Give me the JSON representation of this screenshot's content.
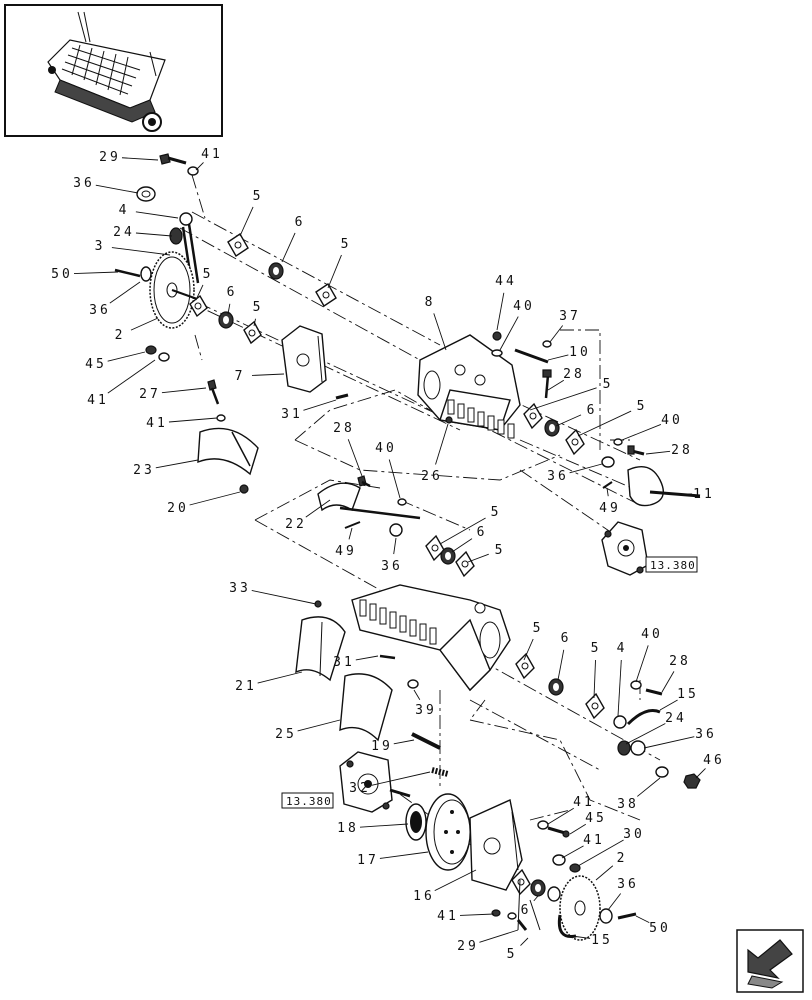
{
  "reference_boxes": [
    "13.380",
    "13.380"
  ],
  "callouts": [
    {
      "id": "c29a",
      "label": "29"
    },
    {
      "id": "c41a",
      "label": "41"
    },
    {
      "id": "c36a",
      "label": "36"
    },
    {
      "id": "c4a",
      "label": "4"
    },
    {
      "id": "c24a",
      "label": "24"
    },
    {
      "id": "c3",
      "label": "3"
    },
    {
      "id": "c50a",
      "label": "50"
    },
    {
      "id": "c36b",
      "label": "36"
    },
    {
      "id": "c2a",
      "label": "2"
    },
    {
      "id": "c45a",
      "label": "45"
    },
    {
      "id": "c41b",
      "label": "41"
    },
    {
      "id": "c5a",
      "label": "5"
    },
    {
      "id": "c6a",
      "label": "6"
    },
    {
      "id": "c5b",
      "label": "5"
    },
    {
      "id": "c5c",
      "label": "5"
    },
    {
      "id": "c6b",
      "label": "6"
    },
    {
      "id": "c5d",
      "label": "5"
    },
    {
      "id": "c7",
      "label": "7"
    },
    {
      "id": "c27",
      "label": "27"
    },
    {
      "id": "c41c",
      "label": "41"
    },
    {
      "id": "c31a",
      "label": "31"
    },
    {
      "id": "c23",
      "label": "23"
    },
    {
      "id": "c20",
      "label": "20"
    },
    {
      "id": "c8",
      "label": "8"
    },
    {
      "id": "c44",
      "label": "44"
    },
    {
      "id": "c40a",
      "label": "40"
    },
    {
      "id": "c37",
      "label": "37"
    },
    {
      "id": "c10",
      "label": "10"
    },
    {
      "id": "c28a",
      "label": "28"
    },
    {
      "id": "c5e",
      "label": "5"
    },
    {
      "id": "c6c",
      "label": "6"
    },
    {
      "id": "c5f",
      "label": "5"
    },
    {
      "id": "c40b",
      "label": "40"
    },
    {
      "id": "c28b",
      "label": "28"
    },
    {
      "id": "c26",
      "label": "26"
    },
    {
      "id": "c36c",
      "label": "36"
    },
    {
      "id": "c49a",
      "label": "49"
    },
    {
      "id": "c11",
      "label": "11"
    },
    {
      "id": "c28c",
      "label": "28"
    },
    {
      "id": "c40c",
      "label": "40"
    },
    {
      "id": "c22",
      "label": "22"
    },
    {
      "id": "c49b",
      "label": "49"
    },
    {
      "id": "c36d",
      "label": "36"
    },
    {
      "id": "c5g",
      "label": "5"
    },
    {
      "id": "c6d",
      "label": "6"
    },
    {
      "id": "c5h",
      "label": "5"
    },
    {
      "id": "c33",
      "label": "33"
    },
    {
      "id": "c21",
      "label": "21"
    },
    {
      "id": "c31b",
      "label": "31"
    },
    {
      "id": "c39",
      "label": "39"
    },
    {
      "id": "c25",
      "label": "25"
    },
    {
      "id": "c19",
      "label": "19"
    },
    {
      "id": "c32",
      "label": "32"
    },
    {
      "id": "c5i",
      "label": "5"
    },
    {
      "id": "c6e",
      "label": "6"
    },
    {
      "id": "c5j",
      "label": "5"
    },
    {
      "id": "c4b",
      "label": "4"
    },
    {
      "id": "c40d",
      "label": "40"
    },
    {
      "id": "c28d",
      "label": "28"
    },
    {
      "id": "c15a",
      "label": "15"
    },
    {
      "id": "c24b",
      "label": "24"
    },
    {
      "id": "c36e",
      "label": "36"
    },
    {
      "id": "c46",
      "label": "46"
    },
    {
      "id": "c38",
      "label": "38"
    },
    {
      "id": "c18",
      "label": "18"
    },
    {
      "id": "c17",
      "label": "17"
    },
    {
      "id": "c16",
      "label": "16"
    },
    {
      "id": "c41d",
      "label": "41"
    },
    {
      "id": "c45b",
      "label": "45"
    },
    {
      "id": "c41e",
      "label": "41"
    },
    {
      "id": "c30",
      "label": "30"
    },
    {
      "id": "c2b",
      "label": "2"
    },
    {
      "id": "c36f",
      "label": "36"
    },
    {
      "id": "c50b",
      "label": "50"
    },
    {
      "id": "c6f",
      "label": "6"
    },
    {
      "id": "c15b",
      "label": "15"
    },
    {
      "id": "c41f",
      "label": "41"
    },
    {
      "id": "c29b",
      "label": "29"
    },
    {
      "id": "c5k",
      "label": "5"
    }
  ],
  "icons": {
    "thumbnail": "baler-machine-thumbnail",
    "nav": "arrow-previous-icon"
  }
}
